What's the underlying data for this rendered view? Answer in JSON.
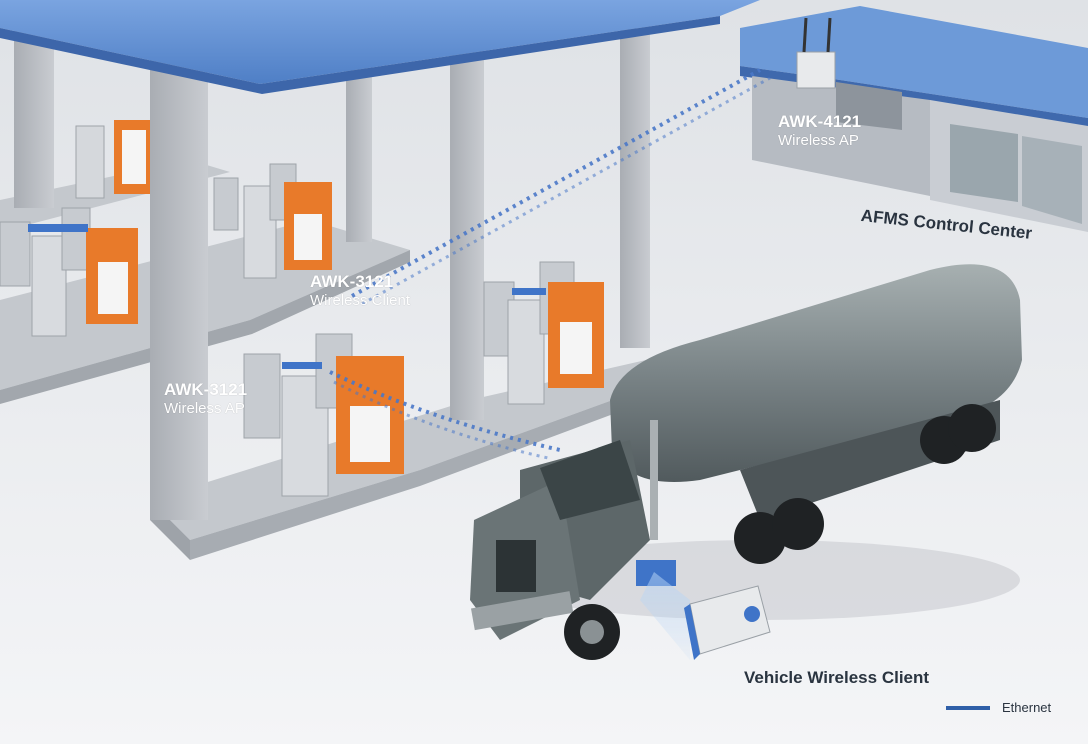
{
  "labels": {
    "ap_building": {
      "title": "AWK-4121",
      "sub": "Wireless AP"
    },
    "control_center": "AFMS Control Center",
    "client_top": {
      "title": "AWK-3121",
      "sub": "Wireless Client"
    },
    "ap_left": {
      "title": "AWK-3121",
      "sub": "Wireless AP"
    },
    "vehicle_client": "Vehicle Wireless Client"
  },
  "legend": {
    "ethernet": "Ethernet"
  },
  "colors": {
    "canopy": "#5f8fd4",
    "pump_orange": "#e87a2a",
    "pillar": "#b8bcc2",
    "tanker": "#7a8487",
    "wave": "#4a78c8",
    "ethernet": "#2f5fa8"
  }
}
